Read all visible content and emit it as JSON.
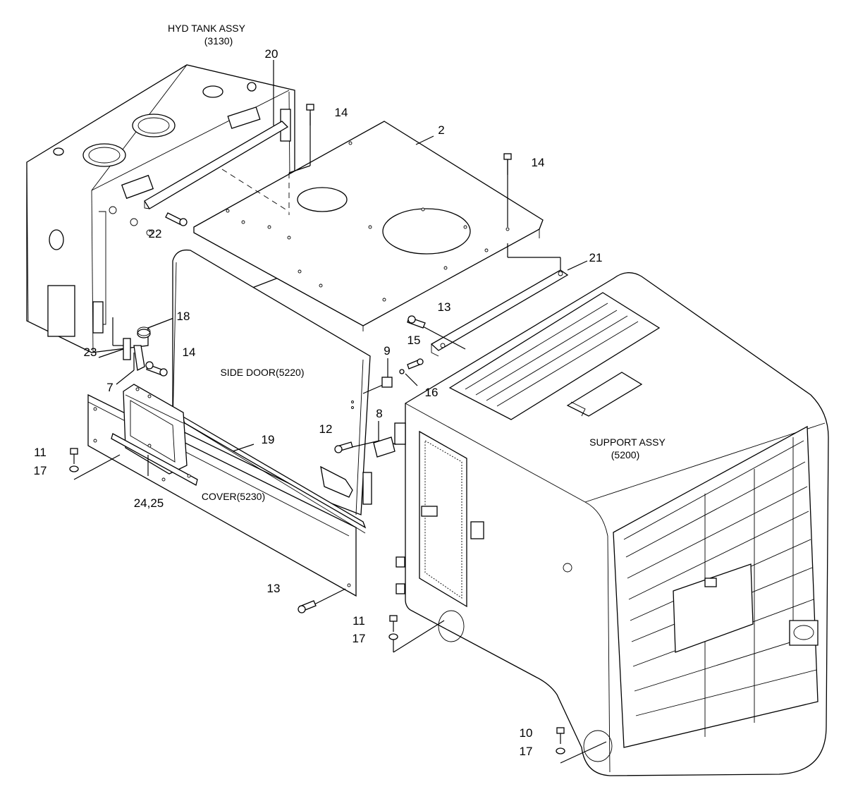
{
  "assemblies": {
    "hyd_tank_name": "HYD TANK ASSY",
    "hyd_tank_code": "(3130)",
    "side_door": "SIDE DOOR(5220)",
    "cover": "COVER(5230)",
    "support_name": "SUPPORT ASSY",
    "support_code": "(5200)"
  },
  "callouts": [
    {
      "id": "c20",
      "label": "20"
    },
    {
      "id": "c14a",
      "label": "14"
    },
    {
      "id": "c2",
      "label": "2"
    },
    {
      "id": "c14b",
      "label": "14"
    },
    {
      "id": "c22",
      "label": "22"
    },
    {
      "id": "c21",
      "label": "21"
    },
    {
      "id": "c13a",
      "label": "13"
    },
    {
      "id": "c18",
      "label": "18"
    },
    {
      "id": "c14c",
      "label": "14"
    },
    {
      "id": "c23",
      "label": "23"
    },
    {
      "id": "c7",
      "label": "7"
    },
    {
      "id": "c9",
      "label": "9"
    },
    {
      "id": "c15",
      "label": "15"
    },
    {
      "id": "c16",
      "label": "16"
    },
    {
      "id": "c8",
      "label": "8"
    },
    {
      "id": "c12",
      "label": "12"
    },
    {
      "id": "c19",
      "label": "19"
    },
    {
      "id": "c11a",
      "label": "11"
    },
    {
      "id": "c17a",
      "label": "17"
    },
    {
      "id": "c2425",
      "label": "24,25"
    },
    {
      "id": "c13b",
      "label": "13"
    },
    {
      "id": "c11b",
      "label": "11"
    },
    {
      "id": "c17b",
      "label": "17"
    },
    {
      "id": "c10",
      "label": "10"
    },
    {
      "id": "c17c",
      "label": "17"
    }
  ]
}
